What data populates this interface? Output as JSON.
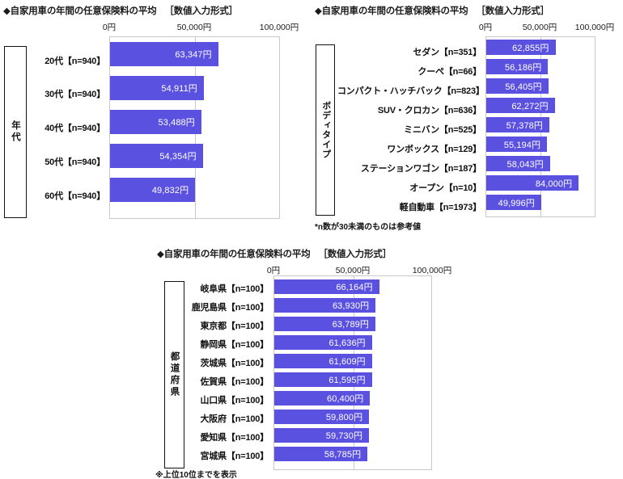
{
  "charts": [
    {
      "id": "age",
      "title": "◆自家用車の年間の任意保険料の平均",
      "format_note": "［数値入力形式］",
      "group_label": "年代",
      "axis_ticks": [
        "0円",
        "50,000円",
        "100,000円"
      ],
      "footnote": "",
      "chart_data": {
        "type": "bar",
        "orientation": "horizontal",
        "title": "◆自家用車の年間の任意保険料の平均　［数値入力形式］",
        "xlabel": "",
        "ylabel": "年代",
        "xlim": [
          0,
          100000
        ],
        "grid": false,
        "legend": false,
        "categories": [
          "20代【n=940】",
          "30代【n=940】",
          "40代【n=940】",
          "50代【n=940】",
          "60代【n=940】"
        ],
        "values": [
          63347,
          54911,
          53488,
          54354,
          49832
        ],
        "value_labels": [
          "63,347円",
          "54,911円",
          "53,488円",
          "54,354円",
          "49,832円"
        ]
      }
    },
    {
      "id": "bodytype",
      "title": "◆自家用車の年間の任意保険料の平均",
      "format_note": "［数値入力形式］",
      "group_label": "ボディタイプ",
      "axis_ticks": [
        "0円",
        "50,000円",
        "100,000円"
      ],
      "footnote": "*n数が30未満のものは参考値",
      "chart_data": {
        "type": "bar",
        "orientation": "horizontal",
        "title": "◆自家用車の年間の任意保険料の平均　［数値入力形式］",
        "xlabel": "",
        "ylabel": "ボディタイプ",
        "xlim": [
          0,
          100000
        ],
        "grid": false,
        "legend": false,
        "categories": [
          "セダン【n=351】",
          "クーペ【n=66】",
          "コンパクト・ハッチバック【n=823】",
          "SUV・クロカン【n=636】",
          "ミニバン【n=525】",
          "ワンボックス【n=129】",
          "ステーションワゴン【n=187】",
          "オープン【n=10】",
          "軽自動車【n=1973】"
        ],
        "values": [
          62855,
          56186,
          56405,
          62272,
          57378,
          55194,
          58043,
          84000,
          49996
        ],
        "value_labels": [
          "62,855円",
          "56,186円",
          "56,405円",
          "62,272円",
          "57,378円",
          "55,194円",
          "58,043円",
          "84,000円",
          "49,996円"
        ]
      }
    },
    {
      "id": "prefecture",
      "title": "◆自家用車の年間の任意保険料の平均",
      "format_note": "［数値入力形式］",
      "group_label": "都道府県",
      "axis_ticks": [
        "0円",
        "50,000円",
        "100,000円"
      ],
      "footnote": "※上位10位までを表示",
      "chart_data": {
        "type": "bar",
        "orientation": "horizontal",
        "title": "◆自家用車の年間の任意保険料の平均　［数値入力形式］",
        "xlabel": "",
        "ylabel": "都道府県",
        "xlim": [
          0,
          100000
        ],
        "grid": false,
        "legend": false,
        "categories": [
          "岐阜県【n=100】",
          "鹿児島県【n=100】",
          "東京都【n=100】",
          "静岡県【n=100】",
          "茨城県【n=100】",
          "佐賀県【n=100】",
          "山口県【n=100】",
          "大阪府【n=100】",
          "愛知県【n=100】",
          "宮城県【n=100】"
        ],
        "values": [
          66164,
          63930,
          63789,
          61636,
          61609,
          61595,
          60400,
          59800,
          59730,
          58785
        ],
        "value_labels": [
          "66,164円",
          "63,930円",
          "63,789円",
          "61,636円",
          "61,609円",
          "61,595円",
          "60,400円",
          "59,800円",
          "59,730円",
          "58,785円"
        ]
      }
    }
  ],
  "colors": {
    "bar": "#5b51e0",
    "plot_border": "#c9c9c9",
    "text": "#111111"
  }
}
